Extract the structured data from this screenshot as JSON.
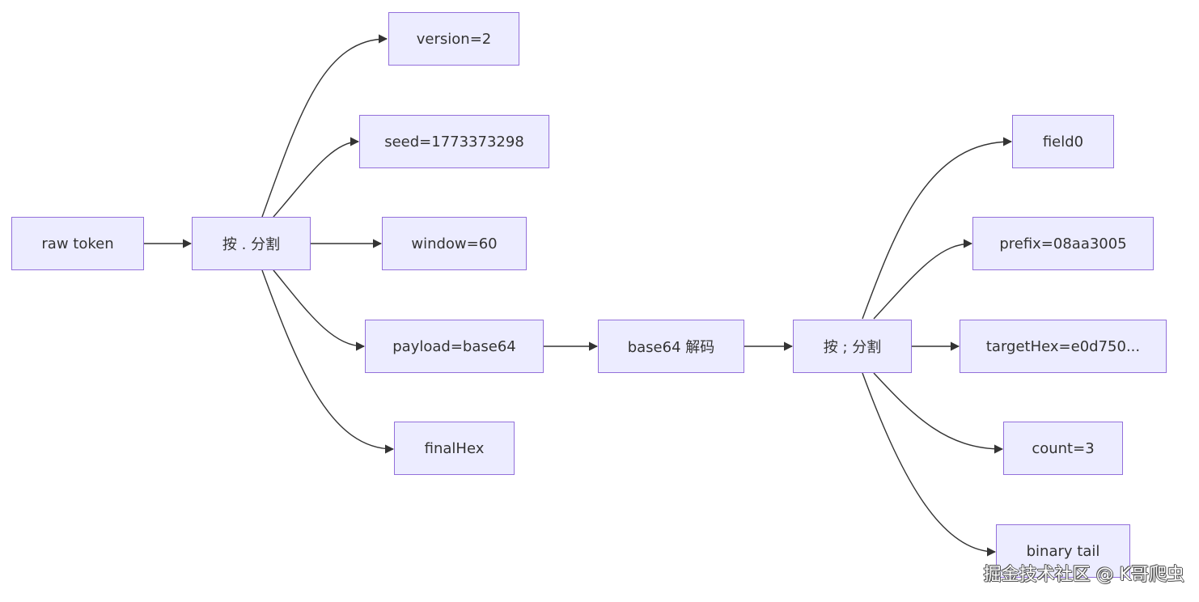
{
  "nodes": {
    "raw_token": "raw token",
    "split_dot": "按 . 分割",
    "version": "version=2",
    "seed": "seed=1773373298",
    "window": "window=60",
    "payload": "payload=base64",
    "final_hex": "finalHex",
    "base64_decode": "base64 解码",
    "split_semicolon": "按 ; 分割",
    "field0": "field0",
    "prefix": "prefix=08aa3005",
    "target_hex": "targetHex=e0d750...",
    "count": "count=3",
    "binary_tail": "binary tail"
  },
  "watermark": "掘金技术社区 @ K哥爬虫",
  "colors": {
    "node_fill": "#ECECFF",
    "node_border": "#9370DB",
    "edge": "#333333",
    "text": "#333333"
  }
}
